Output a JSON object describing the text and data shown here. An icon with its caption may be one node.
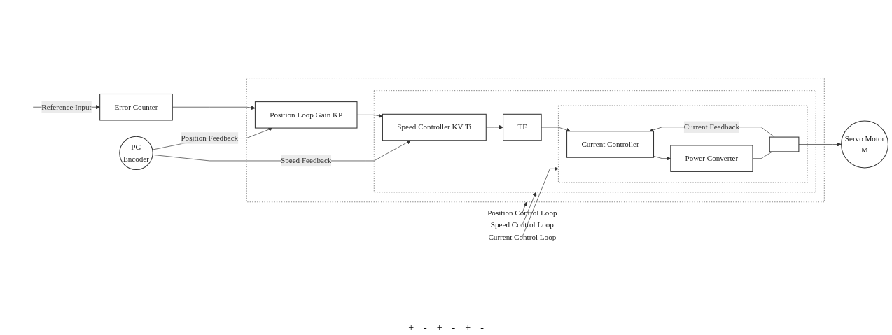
{
  "diagram": {
    "nodes": [
      {
        "text": [
          "Position Control Loop"
        ]
      },
      {
        "text": [
          "Speed Control Loop"
        ]
      },
      {
        "text": [
          "Current Control Loop"
        ]
      },
      {
        "text": [
          "Error Counter"
        ]
      },
      {
        "text": [],
        "shape": "box"
      },
      {
        "text": [
          "Position Loop Gain KP"
        ],
        "in": 4
      },
      {
        "text": [],
        "shape": "box",
        "in": 4
      },
      {
        "text": [
          "Speed Controller KV Ti"
        ],
        "in": 6
      },
      {
        "text": [
          "TF"
        ],
        "in": 6
      },
      {
        "text": [],
        "shape": "box",
        "in": 6
      },
      {
        "text": [
          "Current Controller"
        ],
        "in": 9
      },
      {
        "text": [
          "Power Converter"
        ],
        "in": 9
      },
      {
        "text": [],
        "shape": "box",
        "in": 9
      },
      {
        "text": [
          "Servo Motor",
          "M"
        ]
      },
      {
        "text": [
          "PG",
          "Encoder"
        ]
      }
    ],
    "edges": [
      {
        "from": 0,
        "to": 4,
        "arrow": "to"
      },
      {
        "from": 1,
        "to": 6,
        "arrow": "to"
      },
      {
        "from": 2,
        "to": 9,
        "arrow": "to"
      },
      {
        "from": null,
        "to": 3,
        "arrow": "to",
        "label": "Reference Input"
      },
      {
        "from": 3,
        "to": 5,
        "arrow": "to"
      },
      {
        "from": 5,
        "to": 7,
        "arrow": "to"
      },
      {
        "from": 7,
        "to": 8,
        "arrow": "to"
      },
      {
        "from": 8,
        "to": 10,
        "arrow": "to"
      },
      {
        "from": 10,
        "to": 11,
        "arrow": "to"
      },
      {
        "from": 11,
        "to": 12,
        "arrow": "none"
      },
      {
        "from": 12,
        "to": 13,
        "arrow": "to"
      },
      {
        "from": 12,
        "to": 10,
        "arrow": "to",
        "label": "Current Feedback"
      },
      {
        "from": 14,
        "to": 7,
        "arrow": "to",
        "label": "Speed Feedback"
      },
      {
        "from": 14,
        "to": 5,
        "arrow": "to",
        "label": "Position Feedback"
      }
    ],
    "labels": [
      "+",
      "-",
      "+",
      "-",
      "+",
      "-"
    ]
  }
}
